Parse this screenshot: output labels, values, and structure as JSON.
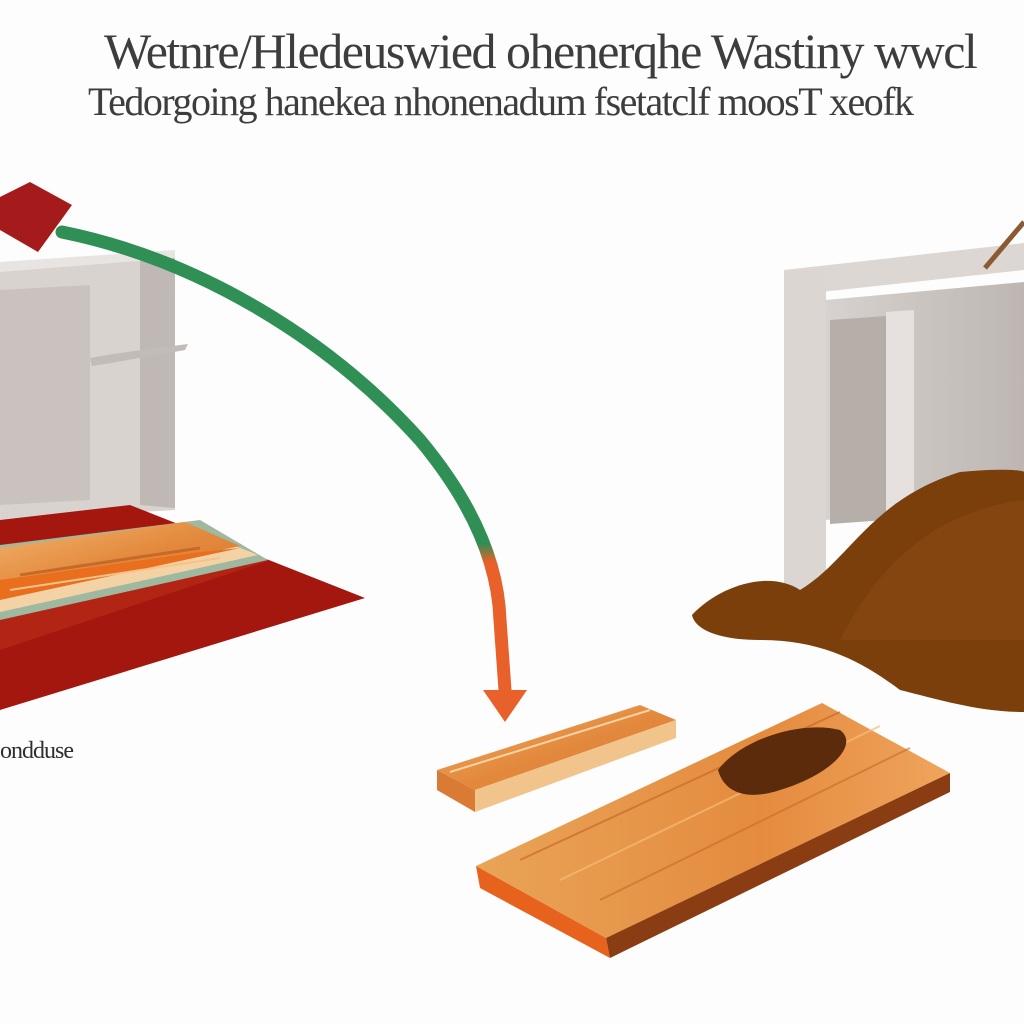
{
  "title": {
    "line1": "Wetnre/Hledeuswied ohenerqhe Wastiny wwcl",
    "line2": "Tedorgoing hanekea nhonenadum fsetatclf moosT xeofk"
  },
  "labels": {
    "side_label": "ondduse"
  },
  "colors": {
    "background": "#fdfdfd",
    "arrow_green": "#2f8f55",
    "arrow_orange": "#e8602a",
    "arrow_red": "#a51b1b",
    "floor_red": "#a3170f",
    "wood_orange": "#e98a3a",
    "compost_brown": "#7a3f0b",
    "wall_gray": "#cfc9c6"
  },
  "icons": [
    "left-cabinet",
    "right-cabinet",
    "wood-plank",
    "wood-board",
    "compost-pile",
    "flow-arrow"
  ]
}
